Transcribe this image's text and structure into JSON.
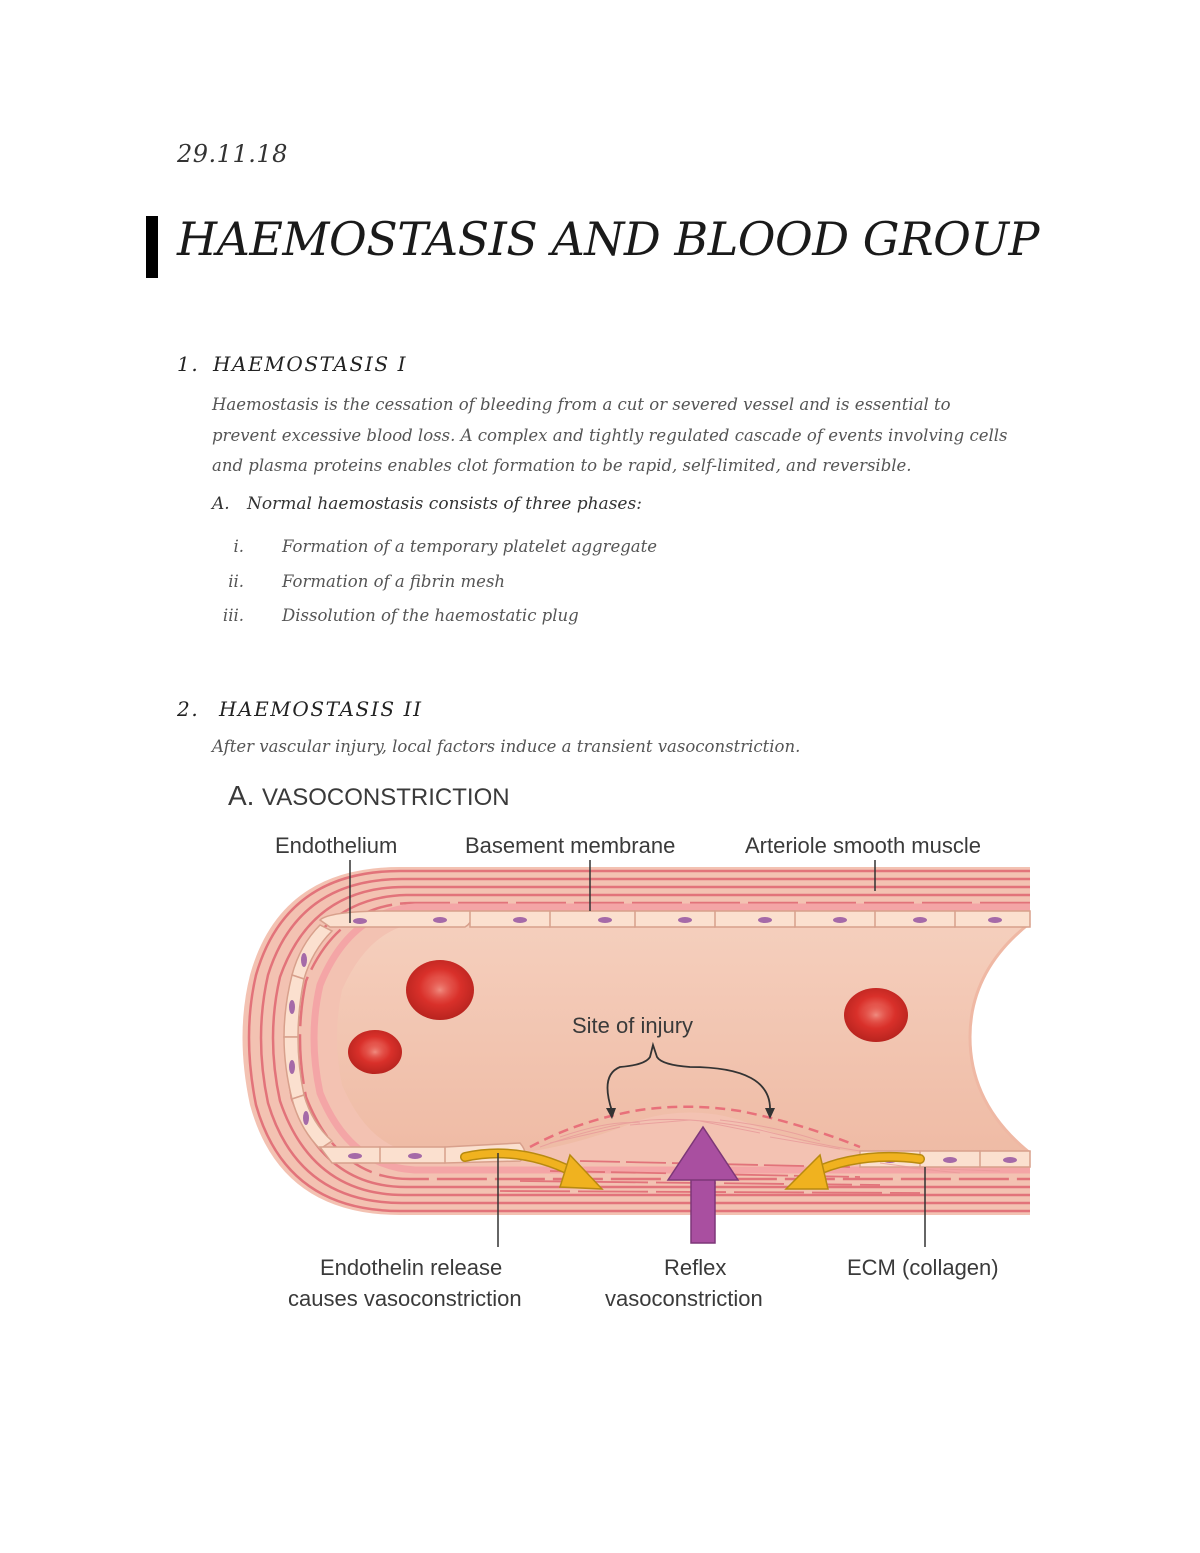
{
  "doc": {
    "date": "29.11.18",
    "title": "HAEMOSTASIS AND BLOOD GROUP"
  },
  "section1": {
    "number": "1.",
    "heading": "HAEMOSTASIS I",
    "paragraph": "Haemostasis is the cessation of bleeding from a cut or severed vessel and is essential to prevent excessive blood loss. A complex and tightly regulated cascade of events involving cells and plasma proteins enables clot formation to be rapid, self-limited, and reversible.",
    "subheading": {
      "letter": "A.",
      "text": "Normal haemostasis consists of three phases:"
    },
    "items": [
      {
        "marker": "i.",
        "text": "Formation of a temporary platelet aggregate"
      },
      {
        "marker": "ii.",
        "text": "Formation of a fibrin mesh"
      },
      {
        "marker": "iii.",
        "text": "Dissolution of the haemostatic plug"
      }
    ]
  },
  "section2": {
    "number": "2.",
    "heading": "HAEMOSTASIS II",
    "paragraph": "After vascular injury, local factors induce a transient vasoconstriction."
  },
  "figure": {
    "title_letter": "A.",
    "title": "VASOCONSTRICTION",
    "labels": {
      "endothelium": "Endothelium",
      "basement_membrane": "Basement membrane",
      "smooth_muscle": "Arteriole smooth muscle",
      "site_of_injury": "Site of injury",
      "endothelin_line1": "Endothelin release",
      "endothelin_line2": "causes vasoconstriction",
      "reflex_line1": "Reflex",
      "reflex_line2": "vasoconstriction",
      "ecm": "ECM (collagen)"
    },
    "colors": {
      "vessel_lumen": "#f2c4b0",
      "vessel_wall": "#e2737a",
      "red_cell": "#d9302a",
      "endothelin_arrow": "#f0b21f",
      "reflex_arrow": "#a94fa0"
    }
  }
}
